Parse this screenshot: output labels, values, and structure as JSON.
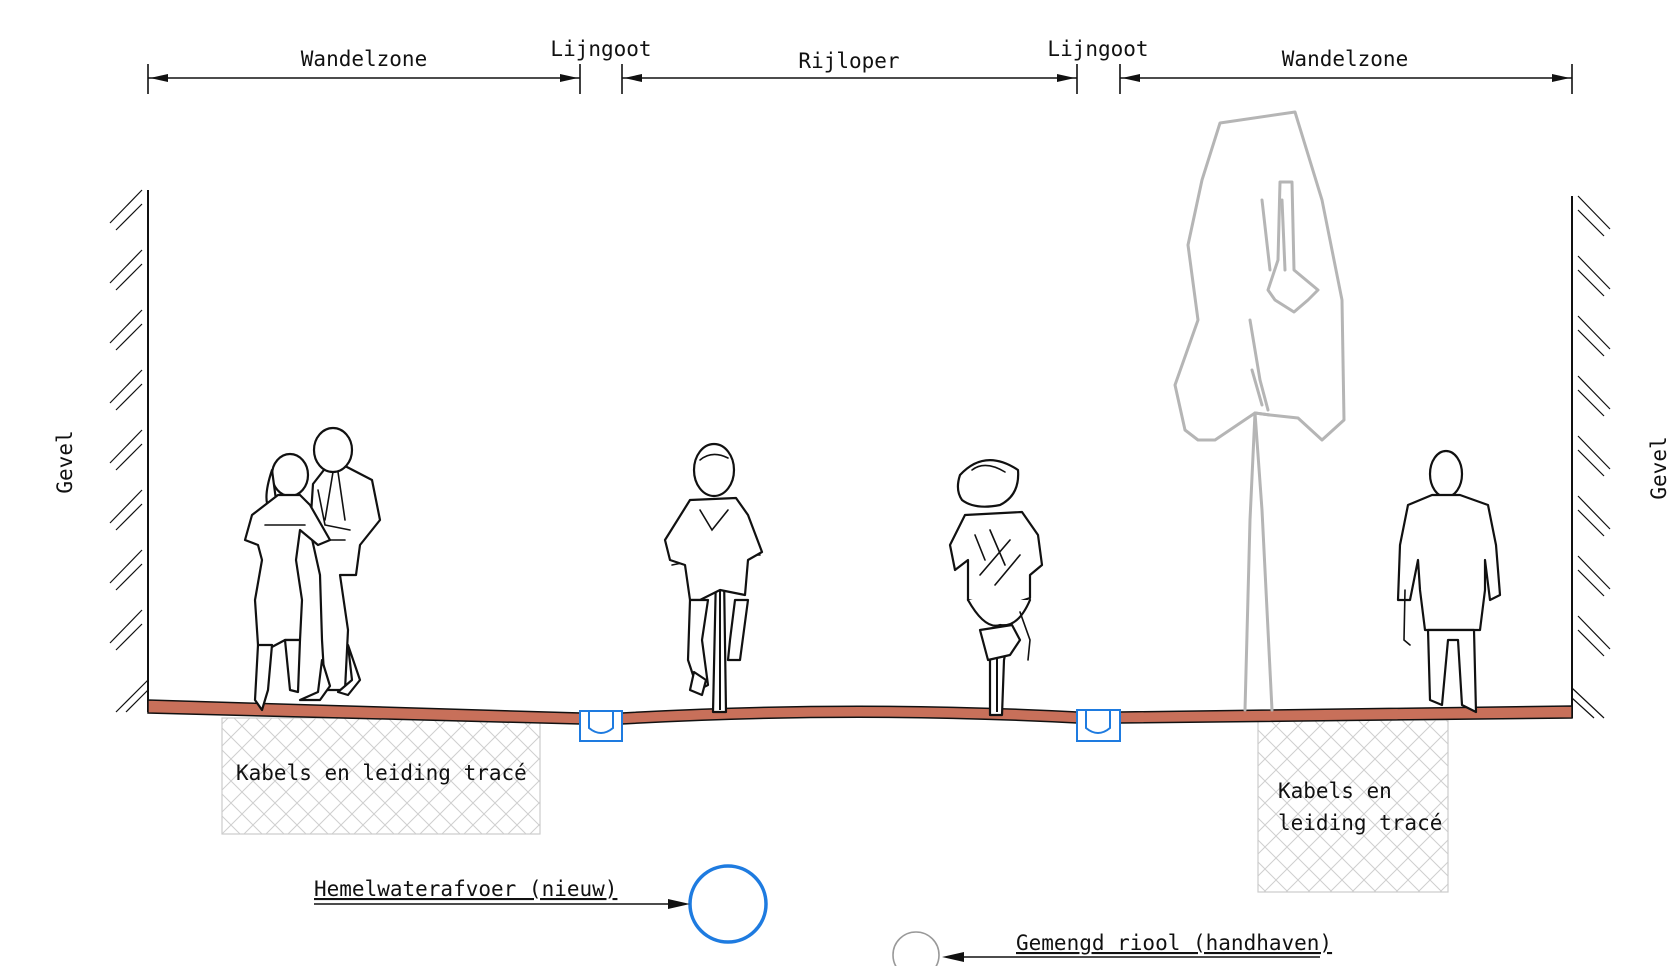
{
  "dimensions": {
    "wandelzone_left": "Wandelzone",
    "lijngoot_left": "Lijngoot",
    "rijloper": "Rijloper",
    "lijngoot_right": "Lijngoot",
    "wandelzone_right": "Wandelzone"
  },
  "facades": {
    "left": "Gevel",
    "right": "Gevel"
  },
  "cable_zones": {
    "left": "Kabels en leiding tracé",
    "right_line1": "Kabels en",
    "right_line2": "leiding tracé"
  },
  "pipes": {
    "storm_water": "Hemelwaterafvoer (nieuw)",
    "combined_sewer": "Gemengd riool (handhaven)"
  },
  "colors": {
    "pavement": "#c8705a",
    "gutter": "#1e7be0",
    "storm_pipe": "#1e7be0",
    "combined_pipe": "#999999",
    "tree": "#b5b5b5",
    "hatch": "#cccccc"
  }
}
